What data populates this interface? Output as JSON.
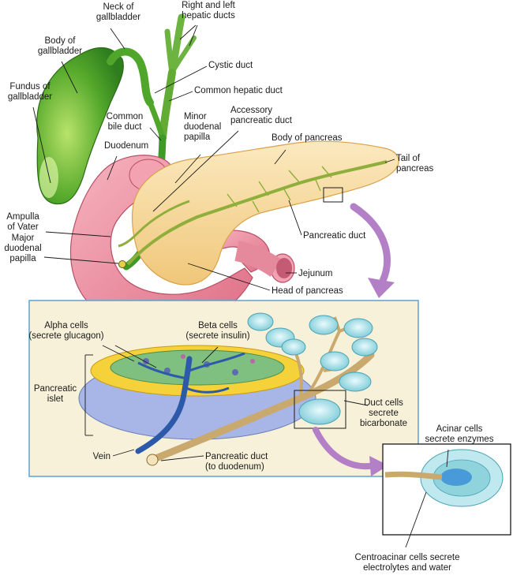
{
  "labels": {
    "neck_of_gallbladder": [
      "Neck of",
      "gallbladder"
    ],
    "right_left_hepatic_ducts": [
      "Right and left",
      "hepatic ducts"
    ],
    "body_of_gallbladder": [
      "Body of",
      "gallbladder"
    ],
    "cystic_duct": [
      "Cystic duct"
    ],
    "fundus_of_gallbladder": [
      "Fundus of",
      "gallbladder"
    ],
    "common_hepatic_duct": [
      "Common hepatic duct"
    ],
    "common_bile_duct": [
      "Common",
      "bile duct"
    ],
    "minor_duodenal_papilla": [
      "Minor",
      "duodenal",
      "papilla"
    ],
    "accessory_pancreatic_duct": [
      "Accessory",
      "pancreatic duct"
    ],
    "body_of_pancreas": [
      "Body of pancreas"
    ],
    "duodenum": [
      "Duodenum"
    ],
    "tail_of_pancreas": [
      "Tail of",
      "pancreas"
    ],
    "ampulla_of_vater": [
      "Ampulla",
      "of Vater"
    ],
    "major_duodenal_papilla": [
      "Major",
      "duodenal",
      "papilla"
    ],
    "pancreatic_duct": [
      "Pancreatic duct"
    ],
    "jejunum": [
      "Jejunum"
    ],
    "head_of_pancreas": [
      "Head of pancreas"
    ],
    "alpha_cells": [
      "Alpha cells",
      "(secrete glucagon)"
    ],
    "beta_cells": [
      "Beta cells",
      "(secrete insulin)"
    ],
    "pancreatic_islet": [
      "Pancreatic",
      "islet"
    ],
    "duct_cells": [
      "Duct cells",
      "secrete",
      "bicarbonate"
    ],
    "acinar_cells": [
      "Acinar cells",
      "secrete enzymes"
    ],
    "vein": [
      "Vein"
    ],
    "pancreatic_duct_to_duodenum": [
      "Pancreatic duct",
      "(to duodenum)"
    ],
    "centroacinar_cells": [
      "Centroacinar cells secrete",
      "electrolytes and water"
    ]
  },
  "colors": {
    "gallbladder": "#4fa62a",
    "pancreas": "#f6d79a",
    "duodenum": "#ec8fa0",
    "inset_bg": "#f8f1d9",
    "inset_border": "#5ba3d9",
    "arrow": "#b37fc7",
    "vein": "#2c5aa8",
    "duct": "#c9a96e",
    "acinar": "#a9dfe6"
  },
  "icons": [
    "callout-arrow-icon",
    "magnify-box-icon"
  ]
}
